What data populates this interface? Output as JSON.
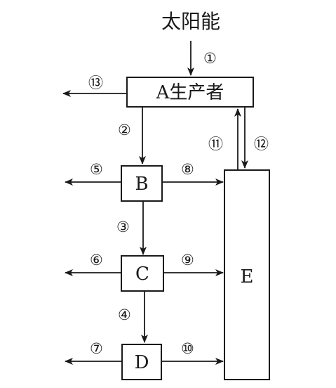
{
  "title": "太阳能",
  "nodes": {
    "A": "A生产者",
    "B": "B",
    "C": "C",
    "D": "D",
    "E": "E"
  },
  "flows": {
    "f1": "①",
    "f2": "②",
    "f3": "③",
    "f4": "④",
    "f5": "⑤",
    "f6": "⑥",
    "f7": "⑦",
    "f8": "⑧",
    "f9": "⑨",
    "f10": "⑩",
    "f11": "⑪",
    "f12": "⑫",
    "f13": "⑬"
  }
}
